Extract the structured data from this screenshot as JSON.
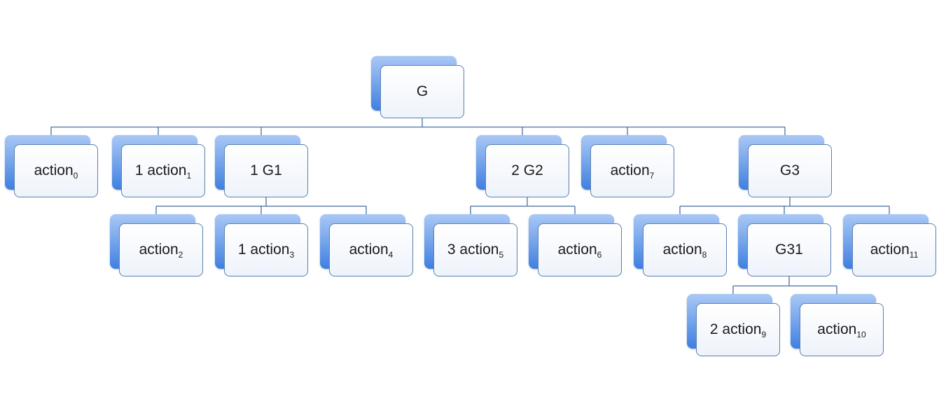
{
  "diagram": {
    "nodes": {
      "G": {
        "text": "G",
        "sub": ""
      },
      "action0": {
        "text": "action",
        "sub": "0"
      },
      "action1": {
        "text": "1 action",
        "sub": "1"
      },
      "G1": {
        "text": "1 G1",
        "sub": ""
      },
      "G2": {
        "text": "2 G2",
        "sub": ""
      },
      "action7": {
        "text": "action",
        "sub": "7"
      },
      "G3": {
        "text": "G3",
        "sub": ""
      },
      "action2": {
        "text": "action",
        "sub": "2"
      },
      "action3": {
        "text": "1 action",
        "sub": "3"
      },
      "action4": {
        "text": "action",
        "sub": "4"
      },
      "action5": {
        "text": "3 action",
        "sub": "5"
      },
      "action6": {
        "text": "action",
        "sub": "6"
      },
      "action8": {
        "text": "action",
        "sub": "8"
      },
      "G31": {
        "text": "G31",
        "sub": ""
      },
      "action11": {
        "text": "action",
        "sub": "11"
      },
      "action9": {
        "text": "2 action",
        "sub": "9"
      },
      "action10": {
        "text": "action",
        "sub": "10"
      }
    },
    "edges": [
      [
        "G",
        "action0"
      ],
      [
        "G",
        "action1"
      ],
      [
        "G",
        "G1"
      ],
      [
        "G",
        "G2"
      ],
      [
        "G",
        "action7"
      ],
      [
        "G",
        "G3"
      ],
      [
        "G1",
        "action2"
      ],
      [
        "G1",
        "action3"
      ],
      [
        "G1",
        "action4"
      ],
      [
        "G2",
        "action5"
      ],
      [
        "G2",
        "action6"
      ],
      [
        "G3",
        "action8"
      ],
      [
        "G3",
        "G31"
      ],
      [
        "G3",
        "action11"
      ],
      [
        "G31",
        "action9"
      ],
      [
        "G31",
        "action10"
      ]
    ],
    "colors": {
      "connector": "#4a6f9e",
      "card_border": "#5a7fb0",
      "shadow_top": "#a9c8f5",
      "shadow_bottom": "#3f7fe0"
    }
  }
}
